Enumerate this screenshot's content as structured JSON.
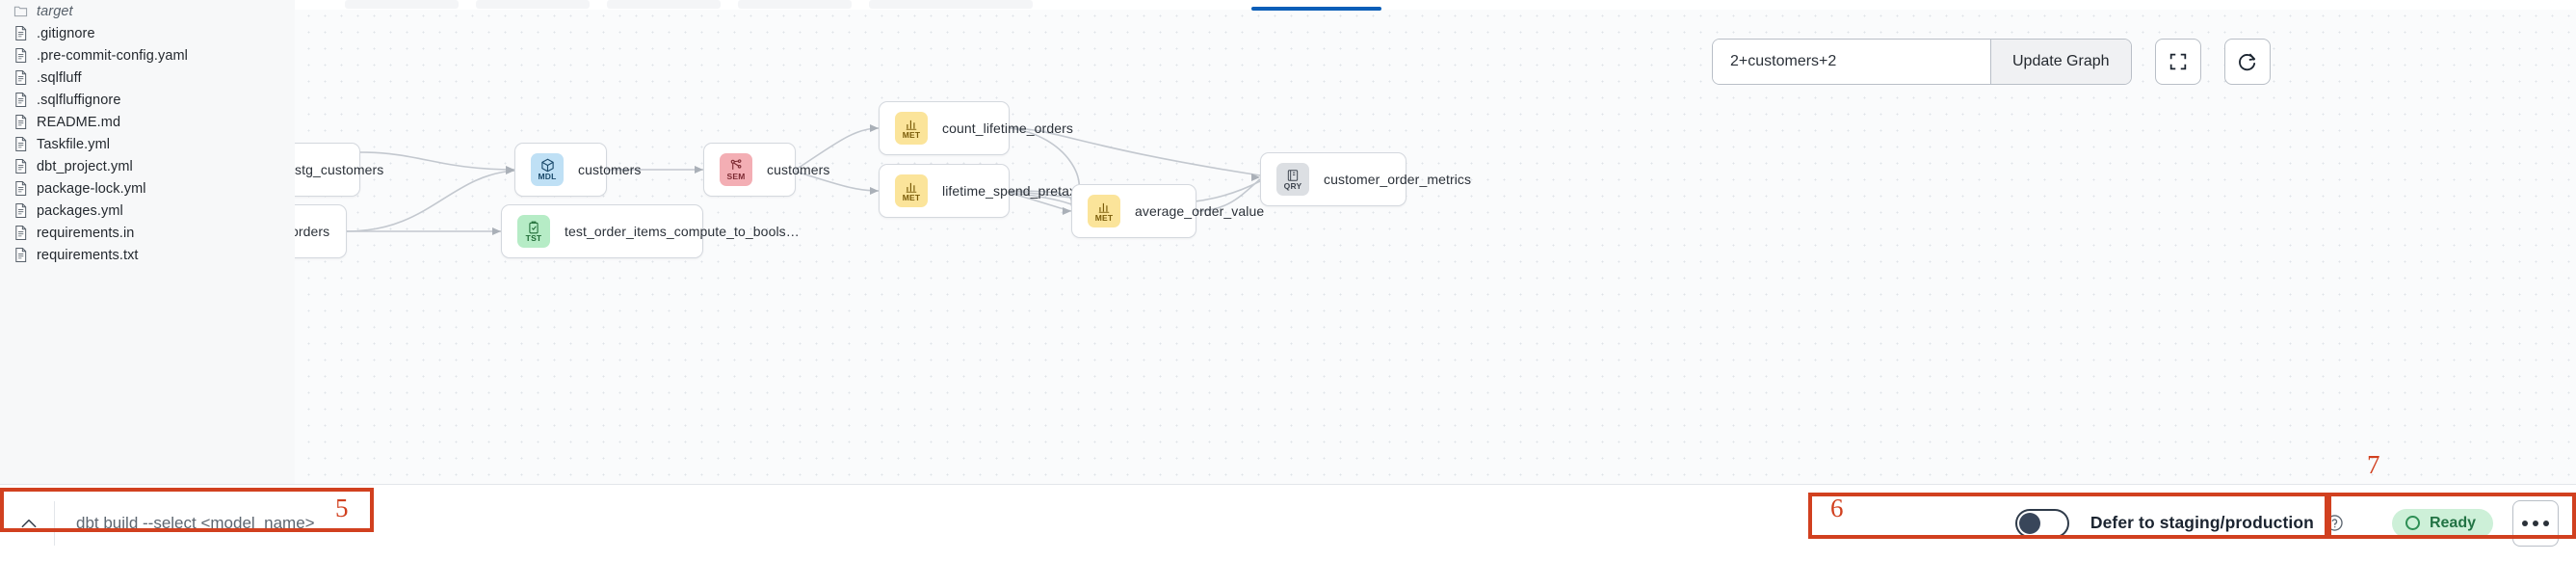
{
  "explorer": {
    "files": [
      {
        "name": "target",
        "icon": "folder-icon",
        "type": "folder"
      },
      {
        "name": ".gitignore",
        "icon": "file-icon",
        "type": "file"
      },
      {
        "name": ".pre-commit-config.yaml",
        "icon": "file-icon",
        "type": "file"
      },
      {
        "name": ".sqlfluff",
        "icon": "file-icon",
        "type": "file"
      },
      {
        "name": ".sqlfluffignore",
        "icon": "file-icon",
        "type": "file"
      },
      {
        "name": "README.md",
        "icon": "file-icon",
        "type": "file"
      },
      {
        "name": "Taskfile.yml",
        "icon": "file-icon",
        "type": "file"
      },
      {
        "name": "dbt_project.yml",
        "icon": "file-icon",
        "type": "file"
      },
      {
        "name": "package-lock.yml",
        "icon": "file-icon",
        "type": "file"
      },
      {
        "name": "packages.yml",
        "icon": "file-icon",
        "type": "file"
      },
      {
        "name": "requirements.in",
        "icon": "file-icon",
        "type": "file"
      },
      {
        "name": "requirements.txt",
        "icon": "file-icon",
        "type": "file"
      }
    ]
  },
  "toolbar": {
    "selector_value": "2+customers+2",
    "selector_placeholder": "2+customers+2",
    "update_label": "Update Graph",
    "fullscreen_icon": "fullscreen-icon",
    "refresh_icon": "refresh-icon"
  },
  "graph": {
    "nodes": [
      {
        "id": "stg_customers",
        "label": "stg_customers",
        "kind": "",
        "badge": "",
        "clipped": true
      },
      {
        "id": "stg_orders",
        "label": "orders",
        "kind": "",
        "badge": "",
        "clipped": true
      },
      {
        "id": "mdl_customers",
        "label": "customers",
        "kind": "mdl",
        "badge": "MDL",
        "icon": "cube-icon"
      },
      {
        "id": "tst_order_items",
        "label": "test_order_items_compute_to_bools…",
        "kind": "tst",
        "badge": "TST",
        "icon": "clipboard-check-icon"
      },
      {
        "id": "sem_customers",
        "label": "customers",
        "kind": "sem",
        "badge": "SEM",
        "icon": "semantic-node-icon"
      },
      {
        "id": "met_count_lifetime_orders",
        "label": "count_lifetime_orders",
        "kind": "met",
        "badge": "MET",
        "icon": "bar-chart-icon"
      },
      {
        "id": "met_lifetime_spend_pretax",
        "label": "lifetime_spend_pretax",
        "kind": "met",
        "badge": "MET",
        "icon": "bar-chart-icon"
      },
      {
        "id": "met_average_order_value",
        "label": "average_order_value",
        "kind": "met",
        "badge": "MET",
        "icon": "bar-chart-icon"
      },
      {
        "id": "qry_customer_order_metrics",
        "label": "customer_order_metrics",
        "kind": "qry",
        "badge": "QRY",
        "icon": "query-icon"
      }
    ]
  },
  "bottom_bar": {
    "expand_icon": "chevron-up-icon",
    "command_placeholder": "dbt build --select <model_name>",
    "command_value": "",
    "defer_label": "Defer to staging/production",
    "defer_help_icon": "help-circle-icon",
    "defer_enabled": false,
    "status_label": "Ready",
    "status_icon": "status-circle-icon",
    "more_icon": "ellipsis-icon"
  },
  "annotations": [
    {
      "number": "5",
      "target": "command-input-bar"
    },
    {
      "number": "6",
      "target": "defer-toggle-group"
    },
    {
      "number": "7",
      "target": "status-and-more-group"
    }
  ],
  "colors": {
    "accent_blue": "#0b5eb8",
    "annotation_red": "#d1401f",
    "mdl": "#bfe0f5",
    "sem": "#f3aeb4",
    "met": "#fbe49a",
    "tst": "#b6ecc6",
    "qry": "#dcdfe3",
    "ready_green": "#cdf0d8"
  }
}
